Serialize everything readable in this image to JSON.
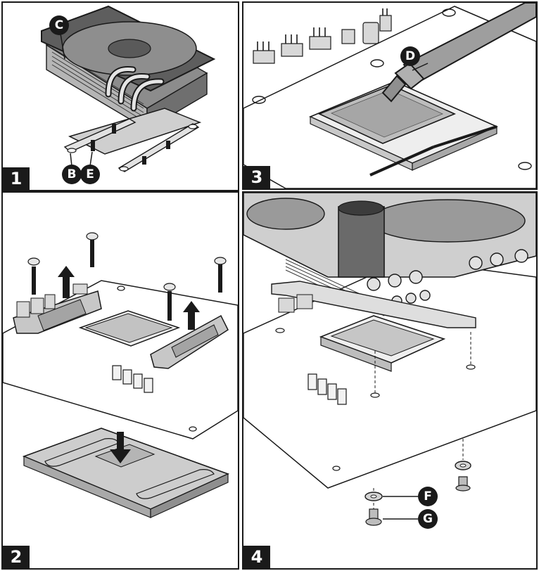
{
  "steps": [
    {
      "number": "1"
    },
    {
      "number": "2"
    },
    {
      "number": "3"
    },
    {
      "number": "4"
    }
  ],
  "callouts": {
    "b": "B",
    "c": "C",
    "d": "D",
    "e": "E",
    "f": "F",
    "g": "G"
  },
  "colors": {
    "line": "#1a1a1a",
    "metal": "#d0d0d0",
    "dark": "#7a7a7a",
    "paper": "#ffffff"
  }
}
